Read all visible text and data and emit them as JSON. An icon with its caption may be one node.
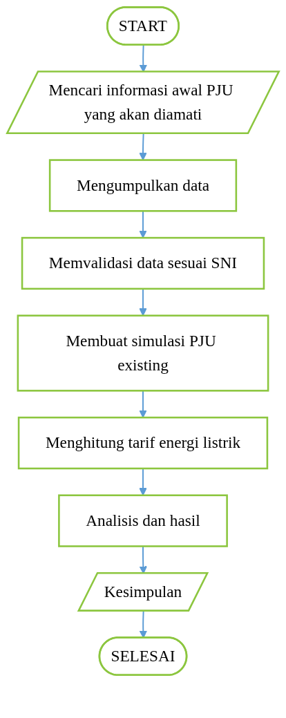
{
  "diagram": {
    "nodes": [
      {
        "text": [
          "START"
        ]
      },
      {
        "text": [
          "Mencari informasi awal PJU yang akan diamati"
        ]
      },
      {
        "text": [
          "Mengumpulkan data"
        ]
      },
      {
        "text": [
          "Memvalidasi data sesuai SNI"
        ]
      },
      {
        "text": [
          "Membuat simulasi PJU existing"
        ]
      },
      {
        "text": [
          "Menghitung tarif energi listrik"
        ]
      },
      {
        "text": [
          "Analisis dan hasil"
        ]
      },
      {
        "text": [
          "Kesimpulan"
        ]
      },
      {
        "text": [
          "SELESAI"
        ]
      }
    ],
    "edges": [
      {
        "from": 0,
        "to": 1,
        "arrow": "to"
      },
      {
        "from": 1,
        "to": 2,
        "arrow": "to"
      },
      {
        "from": 2,
        "to": 3,
        "arrow": "to"
      },
      {
        "from": 3,
        "to": 4,
        "arrow": "to"
      },
      {
        "from": 4,
        "to": 5,
        "arrow": "to"
      },
      {
        "from": 5,
        "to": 6,
        "arrow": "to"
      },
      {
        "from": 6,
        "to": 7,
        "arrow": "to"
      },
      {
        "from": 7,
        "to": 8,
        "arrow": "to"
      }
    ]
  }
}
